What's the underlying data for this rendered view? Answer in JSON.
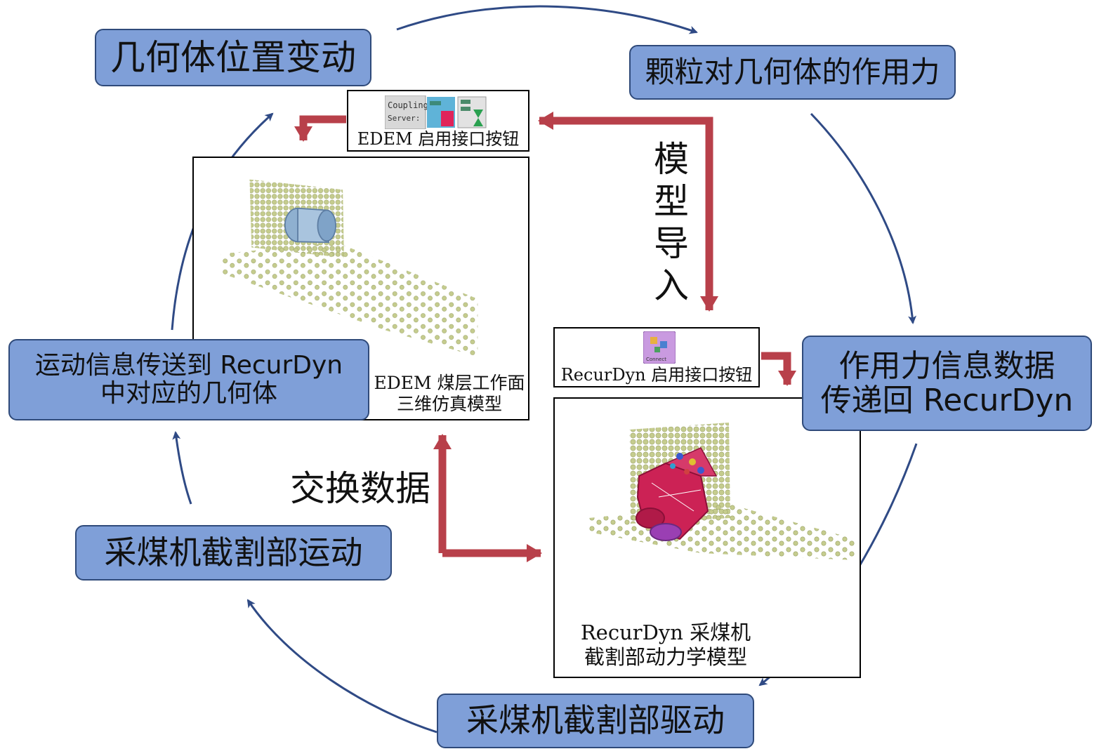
{
  "nodes": {
    "geometry_move": "几何体位置变动",
    "particle_force": "颗粒对几何体的作用力",
    "force_data_back": "作用力信息数据\n传递回 RecurDyn",
    "shearer_drive": "采煤机截割部驱动",
    "shearer_motion": "采煤机截割部运动",
    "motion_info": "运动信息传送到 RecurDyn\n中对应的几何体"
  },
  "panels": {
    "edem_button_caption": "EDEM 启用接口按钮",
    "coupling_icon_text_1": "Coupling",
    "coupling_icon_text_2": "Server:",
    "edem_model_caption": "EDEM 煤层工作面\n三维仿真模型",
    "recurdyn_button_caption": "RecurDyn 启用接口按钮",
    "connect_icon_text": "Connect",
    "recurdyn_model_caption": "RecurDyn 采煤机\n截割部动力学模型"
  },
  "labels": {
    "model_import": "模型导入",
    "exchange_data": "交换数据"
  },
  "colors": {
    "node_fill": "#7f9fd8",
    "node_border": "#2f4a7a",
    "cycle_arrow": "#2f4a85",
    "red_arrow": "#b8404a",
    "particle": "#c5cc8e",
    "cutter_red": "#cc2255",
    "drum_blue": "#8fb0d0",
    "drum_purple": "#9a3fb3"
  }
}
